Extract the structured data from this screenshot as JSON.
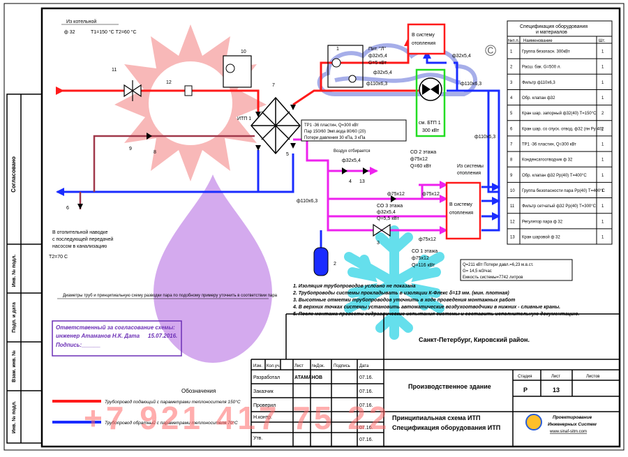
{
  "sheet": {
    "side_stamp": {
      "agreed": "Согласовано",
      "inv_podl": "Инв. № подл.",
      "sign_date": "Подп. и дата",
      "vzam_inv": "Взам. инв. №"
    },
    "pipe_labels": {
      "from_boiler": "Из котельной",
      "from_boiler_dn": "ф 32",
      "t1t2": "Т1=150 °С  Т2=60 °С",
      "return_to_network": "В отопительной наводке",
      "return_to_network_2": "с последующей передачей",
      "return_to_network_3": "насосом в канализацию",
      "t2_temp": "Т2=70 С",
      "to_heating_top": "В систему",
      "to_heating_top_2": "отопления",
      "from_heating": "Из системы",
      "from_heating_2": "отопления",
      "to_heating_mid": "В систему",
      "to_heating_mid_2": "отопления",
      "dn_32x5_4_top": "ф32х5,4",
      "dn_110x6_3_right": "ф110х6,3",
      "dn_110x6_3_mid": "ф110х6,3",
      "dn_110x6_3_left": "ф110х6,3",
      "dn_110x6_3_lower": "ф110х6,3",
      "dn_32x5_4_a": "ф32х5,4",
      "dn_75x12_a": "ф75х12",
      "dn_75x12_b": "ф75х12",
      "dn_75x12_c": "ф75х12",
      "pump_label": "Пит. \"Л\"",
      "pump_dn": "ф32х5,4",
      "pump_q": "G=5 кВт",
      "pump_dn2": "ф32х5,4",
      "btp_label": "см. БТП 1",
      "btp_power": "300 кВт",
      "itp": "ИТП 1",
      "hx_desc_1": "ТР1 -36 пластин, Q=300 кВт",
      "hx_desc_2": "Пар 150/60  Эмп.вода 80/60 (20)",
      "hx_desc_3": "Потери давления 30 кПа, 3 кПа",
      "so2_title": "СО 2 этажа",
      "so2_dn": "ф75х12",
      "so2_q": "Q=60 кВт",
      "so3_title": "СО 3 этажа",
      "so3_dn": "ф32х5,4",
      "so3_q": "Q=5,5 кВт",
      "so1_title": "СО 1 этажа",
      "so1_dn": "ф75х12",
      "so1_q": "Q=116 кВт",
      "vent_label": "Воздух отбирается",
      "summary_1": "Q=211 кВт   Потери давл.=6,23 м.в.ст.",
      "summary_2": "G= 14,5  м3/час",
      "summary_3": "Емкость системы=7742 литров"
    },
    "numbers": [
      "1",
      "2",
      "3",
      "4",
      "5",
      "6",
      "7",
      "8",
      "9",
      "10",
      "11",
      "12",
      "13"
    ],
    "spec": {
      "title": "Спецификация оборудования",
      "title_2": "и материалов",
      "col_no": "№п.п.",
      "col_name": "Наименование",
      "col_qty": "Шт.",
      "rows": [
        {
          "no": "1",
          "name": "Группа безопасн. 300кВт",
          "qty": "1"
        },
        {
          "no": "2",
          "name": "Расш. бак. G=500 л.",
          "qty": "1"
        },
        {
          "no": "3",
          "name": "Фильтр ф110х6,3",
          "qty": "1"
        },
        {
          "no": "4",
          "name": "Обр. клапан ф32",
          "qty": "1"
        },
        {
          "no": "5",
          "name": "Кран шар. запорный ф32(40) Т=150°С",
          "qty": "2"
        },
        {
          "no": "6",
          "name": "Кран шар. со спуск. отвод. ф32 (пн Ру 40)",
          "qty": "2"
        },
        {
          "no": "7",
          "name": "ТР1 -36 пластин, Q=300 кВт",
          "qty": "1"
        },
        {
          "no": "8",
          "name": "Конденсатоотводчик ф 32",
          "qty": "1"
        },
        {
          "no": "9",
          "name": "Обр. клапан ф32 Рр(40) Т=400°С",
          "qty": "1"
        },
        {
          "no": "10",
          "name": "Группа безопасности пара Рр(40) Т=400°С",
          "qty": "1"
        },
        {
          "no": "11",
          "name": "Фильтр сетчатый ф32 Рр(40) Т=300°С",
          "qty": "1"
        },
        {
          "no": "12",
          "name": "Регулятор пара ф 32",
          "qty": "1"
        },
        {
          "no": "13",
          "name": "Кран шаровой ф 32",
          "qty": "1"
        }
      ]
    },
    "notes": [
      "1. Изоляция трубопроводов условно не показана",
      "2. Трубопроводы системы прокладывать в изоляции К-Флекс δ=13 мм. (мин. плотная)",
      "3. Высотные отметки трубопроводов уточнить в ходе проведения монтажных работ",
      "4. В верхних точках системы установить автоматические воздухоотводчики в нижних - сливные краны.",
      "5. После монтажа провести гидравлические испытания системы и составить исполнительную документацию."
    ],
    "pipe_note": "Диаметры труб и принципиальную схему разводки пара по подобному примеру уточнить в соответствии пара",
    "approval": {
      "line1": "Ответственный за согласование схемы:",
      "line2_prefix": "инженер Атаманов Н.К.  Дата",
      "date": "15.07.2016.",
      "line3": "Подпись:______"
    },
    "legend": {
      "title": "Обозначения",
      "red": "Трубопровод подающий с параметрами теплоносителя 150°С",
      "blue": "Трубопровод обратный с параметрами теплоносителя 70°С"
    },
    "title_block": {
      "hdr_izm": "Изм.",
      "hdr_kol": "Кол.уч.",
      "hdr_list": "Лист",
      "hdr_doc": "№Док.",
      "hdr_sign": "Подпись",
      "hdr_date": "Дата",
      "role_dev": "Разработал",
      "dev_name": "АТАМАНОВ",
      "role_cust": "Заказчик",
      "role_check": "Проверил",
      "role_norm": "Н.контр.",
      "role_appr": "Утв.",
      "date_1": "07.16.",
      "date_2": "07.16.",
      "date_3": "07.16.",
      "date_4": "07.16.",
      "date_5": "07.16.",
      "address": "Санкт-Петербург, Кировский район.",
      "building": "Производственное здание",
      "title_1": "Принципиальная схема ИТП",
      "title_2": "Спецификация оборудования ИТП",
      "stage_hdr": "Стадия",
      "sheet_hdr": "Лист",
      "sheets_hdr": "Листов",
      "stage": "Р",
      "sheet_no": "13",
      "company_1": "Проектирование",
      "company_2": "Инженерных Систем",
      "company_url": "www.sinaf-sitm.com"
    },
    "watermark_phone": "+7 921 417 75 22",
    "copyright": "©"
  },
  "colors": {
    "supply": "#ff1a1a",
    "return": "#1a2cff",
    "mixed": "#ee22ee",
    "steam": "#a0384a",
    "frame": "#000000"
  }
}
